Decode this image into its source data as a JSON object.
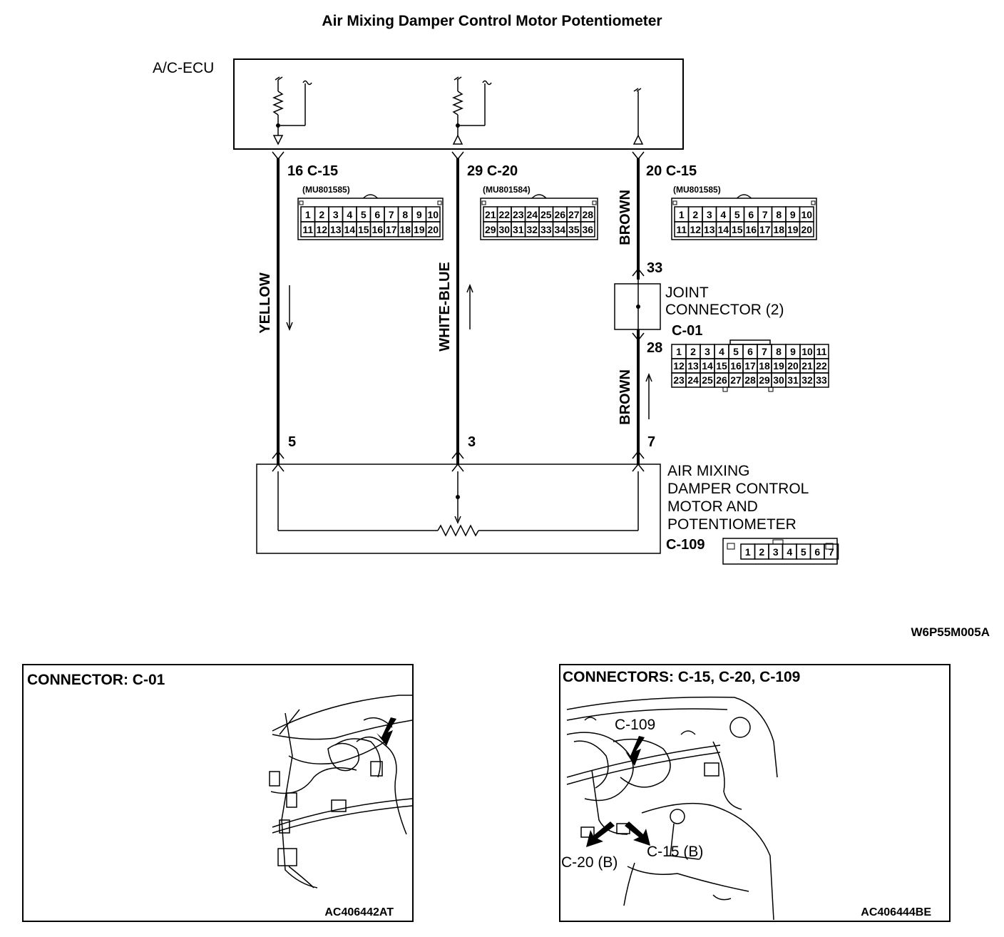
{
  "title": "Air Mixing Damper Control Motor Potentiometer",
  "ecu_label": "A/C-ECU",
  "wires": {
    "yellow": {
      "color_name": "YELLOW",
      "ecu_pin": "16",
      "ecu_connector": "C-15",
      "motor_pin": "5"
    },
    "white_blue": {
      "color_name": "WHITE-BLUE",
      "ecu_pin": "29",
      "ecu_connector": "C-20",
      "motor_pin": "3"
    },
    "brown_upper": {
      "color_name": "BROWN",
      "ecu_pin": "20",
      "ecu_connector": "C-15",
      "joint_pin": "33"
    },
    "brown_lower": {
      "color_name": "BROWN",
      "joint_pin": "28",
      "motor_pin": "7"
    }
  },
  "connectors": {
    "c15_left": {
      "part_no": "(MU801585)",
      "row1": [
        "1",
        "2",
        "3",
        "4",
        "5",
        "6",
        "7",
        "8",
        "9",
        "10"
      ],
      "row2": [
        "11",
        "12",
        "13",
        "14",
        "15",
        "16",
        "17",
        "18",
        "19",
        "20"
      ]
    },
    "c20": {
      "part_no": "(MU801584)",
      "row1": [
        "21",
        "22",
        "23",
        "24",
        "25",
        "26",
        "27",
        "28"
      ],
      "row2": [
        "29",
        "30",
        "31",
        "32",
        "33",
        "34",
        "35",
        "36"
      ]
    },
    "c15_right": {
      "part_no": "(MU801585)",
      "row1": [
        "1",
        "2",
        "3",
        "4",
        "5",
        "6",
        "7",
        "8",
        "9",
        "10"
      ],
      "row2": [
        "11",
        "12",
        "13",
        "14",
        "15",
        "16",
        "17",
        "18",
        "19",
        "20"
      ]
    },
    "c01": {
      "rows": [
        [
          "1",
          "2",
          "3",
          "4",
          "5",
          "6",
          "7",
          "8",
          "9",
          "10",
          "11"
        ],
        [
          "12",
          "13",
          "14",
          "15",
          "16",
          "17",
          "18",
          "19",
          "20",
          "21",
          "22"
        ],
        [
          "23",
          "24",
          "25",
          "26",
          "27",
          "28",
          "29",
          "30",
          "31",
          "32",
          "33"
        ]
      ]
    },
    "c109": {
      "row": [
        "1",
        "2",
        "3",
        "4",
        "5",
        "6",
        "7"
      ]
    }
  },
  "joint": {
    "line1": "JOINT",
    "line2": "CONNECTOR (2)",
    "code": "C-01"
  },
  "motor": {
    "line1": "AIR MIXING",
    "line2": "DAMPER CONTROL",
    "line3": "MOTOR AND",
    "line4": "POTENTIOMETER",
    "code": "C-109"
  },
  "diagram_code": "W6P55M005A",
  "panel_left": {
    "title": "CONNECTOR: C-01",
    "code": "AC406442AT"
  },
  "panel_right": {
    "title": "CONNECTORS: C-15, C-20, C-109",
    "code": "AC406444BE",
    "labels": {
      "c109": "C-109",
      "c15": "C-15 (B)",
      "c20": "C-20 (B)"
    }
  },
  "colors": {
    "ink": "#000000",
    "background": "#ffffff"
  }
}
